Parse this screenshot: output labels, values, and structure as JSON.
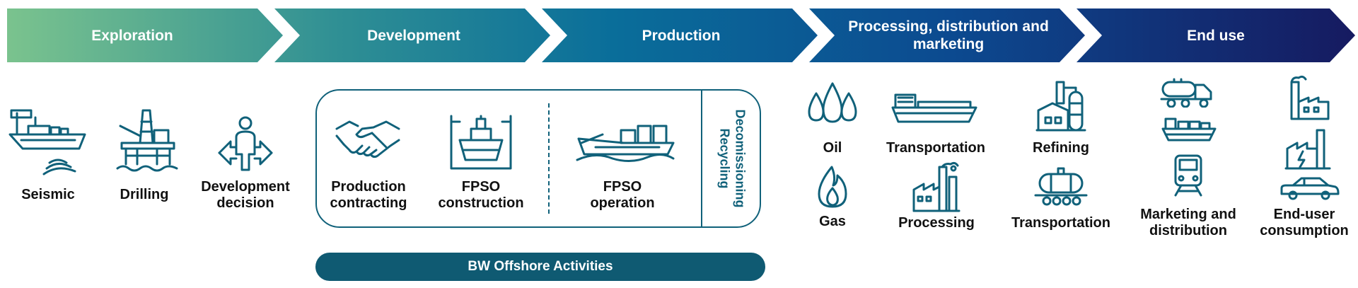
{
  "banner": {
    "stages": [
      {
        "label": "Exploration"
      },
      {
        "label": "Development"
      },
      {
        "label": "Production"
      },
      {
        "label": "Processing, distribution and marketing"
      },
      {
        "label": "End use"
      }
    ],
    "gradient": [
      "#7cc48e",
      "#2c8f92",
      "#0b6f9a",
      "#0c4c92",
      "#151b63"
    ]
  },
  "exploration": {
    "seismic": "Seismic",
    "drilling": "Drilling",
    "decision": "Development decision"
  },
  "bw": {
    "contracting": "Production contracting",
    "construction": "FPSO construction",
    "operation": "FPSO operation",
    "decom": "Decomissioning Recycling",
    "bar_label": "BW Offshore Activities",
    "accent_color": "#10617a"
  },
  "processing": {
    "oil": "Oil",
    "gas": "Gas",
    "transport1": "Transportation",
    "processing": "Processing",
    "refining": "Refining",
    "transport2": "Transportation"
  },
  "enduse": {
    "marketing": "Marketing and distribution",
    "consumption": "End-user consumption"
  }
}
